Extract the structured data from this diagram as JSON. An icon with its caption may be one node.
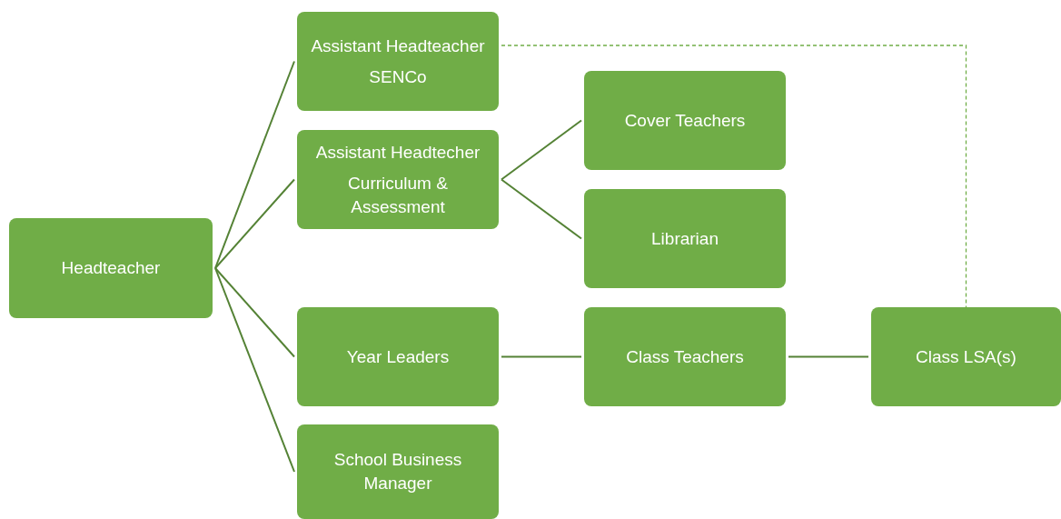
{
  "diagram": {
    "nodes": [
      {
        "text": [
          "Headteacher"
        ]
      },
      {
        "text": [
          "Assistant Headteacher",
          "SENCo"
        ]
      },
      {
        "text": [
          "Assistant Headtecher",
          "Curriculum & Assessment"
        ]
      },
      {
        "text": [
          "Cover Teachers"
        ]
      },
      {
        "text": [
          "Librarian"
        ]
      },
      {
        "text": [
          "Year Leaders"
        ]
      },
      {
        "text": [
          "Class Teachers"
        ]
      },
      {
        "text": [
          "Class LSA(s)"
        ]
      },
      {
        "text": [
          "School Business Manager"
        ]
      }
    ],
    "edges": [
      {
        "from": 0,
        "to": 1,
        "arrow": "none"
      },
      {
        "from": 0,
        "to": 2,
        "arrow": "none"
      },
      {
        "from": 0,
        "to": 5,
        "arrow": "none"
      },
      {
        "from": 0,
        "to": 8,
        "arrow": "none"
      },
      {
        "from": 2,
        "to": 3,
        "arrow": "none"
      },
      {
        "from": 2,
        "to": 4,
        "arrow": "none"
      },
      {
        "from": 5,
        "to": 6,
        "arrow": "none"
      },
      {
        "from": 6,
        "to": 7,
        "arrow": "none"
      },
      {
        "from": 1,
        "to": 7,
        "arrow": "none",
        "style": "dashed",
        "color": "#70ad47"
      }
    ]
  }
}
